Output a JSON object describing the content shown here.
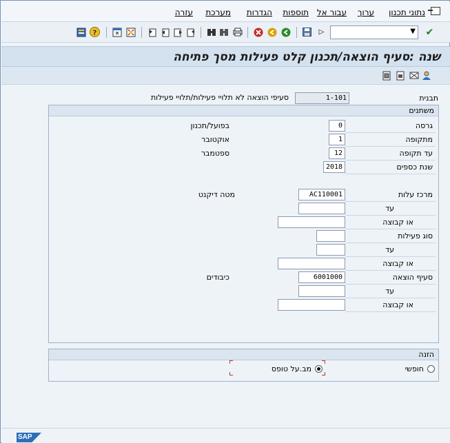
{
  "menu": {
    "items": [
      "נתוני תכנון",
      "ערוך",
      "עבור אל",
      "תוספות",
      "הגדרות",
      "מערכת",
      "עזרה"
    ]
  },
  "toolbar": {
    "command_field_value": "",
    "icons": [
      "check-icon",
      "command-dropdown-icon",
      "next-icon",
      "save-icon",
      "back-icon",
      "exit-icon",
      "cancel-icon",
      "print-icon",
      "find-icon",
      "find-next-icon",
      "first-page-icon",
      "previous-page-icon",
      "next-page-icon",
      "last-page-icon",
      "create-session-icon",
      "shortcut-icon",
      "help-icon",
      "customize-layout-icon"
    ]
  },
  "title": "שנה :סעיף הוצאה/תכנון קלט פעילות מסך פתיחה",
  "app_toolbar": {
    "icons": [
      "person-icon",
      "overview-icon",
      "document-icon",
      "document-save-icon"
    ]
  },
  "template": {
    "label": "תבנית",
    "value": "1-101",
    "description": "סעיפי הוצאה לא תלויי פעילות/תלויי פעילות"
  },
  "variables": {
    "title": "משתנים",
    "version": {
      "label": "גרסה",
      "value": "0",
      "description": "בפועל/תכנון"
    },
    "from_period": {
      "label": "מתקופה",
      "value": "1",
      "description": "אוקטובר"
    },
    "to_period": {
      "label": "עד תקופה",
      "value": "12",
      "description": "ספטמבר"
    },
    "fiscal_year": {
      "label": "שנת כספים",
      "value": "2018"
    },
    "cost_center": {
      "label": "מרכז עלות",
      "value": "AC110001",
      "description": "מטה דיקנט"
    },
    "cost_center_to": {
      "label": "עד",
      "value": ""
    },
    "cost_center_group": {
      "label": "או קבוצה",
      "value": ""
    },
    "activity_type": {
      "label": "סוג פעילות",
      "value": ""
    },
    "activity_type_to": {
      "label": "עד",
      "value": ""
    },
    "activity_type_group": {
      "label": "או קבוצה",
      "value": ""
    },
    "cost_element": {
      "label": "סעיף הוצאה",
      "value": "6001000",
      "description": "כיבודים"
    },
    "cost_element_to": {
      "label": "עד",
      "value": ""
    },
    "cost_element_group": {
      "label": "או קבוצה",
      "value": ""
    }
  },
  "entry": {
    "title": "הזנה",
    "free_label": "חופשי",
    "form_label": "מב.על טופס",
    "selected": "form"
  },
  "footer": {
    "logo": "SAP"
  }
}
